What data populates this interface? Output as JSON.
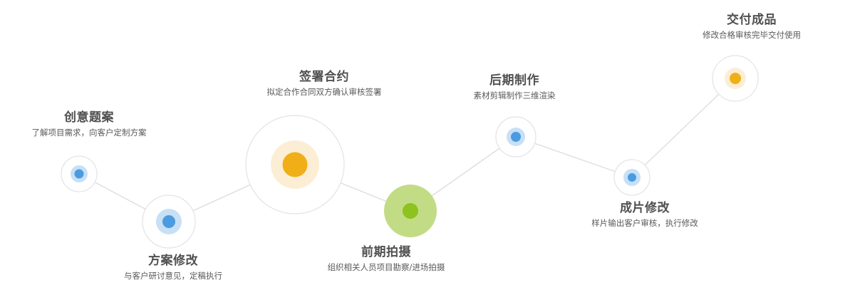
{
  "process": {
    "steps": [
      {
        "title": "创意题案",
        "desc": "了解项目需求，向客户定制方案",
        "color": "#4a9be0"
      },
      {
        "title": "方案修改",
        "desc": "与客户研讨意见，定稿执行",
        "color": "#4a9be0"
      },
      {
        "title": "签署合约",
        "desc": "拟定合作合同双方确认审核签署",
        "color": "#f1af17"
      },
      {
        "title": "前期拍摄",
        "desc": "组织相关人员项目勘察/进场拍摄",
        "color": "#8dc21f"
      },
      {
        "title": "后期制作",
        "desc": "素材剪辑制作三维渲染",
        "color": "#4a9be0"
      },
      {
        "title": "成片修改",
        "desc": "样片输出客户审核，执行修改",
        "color": "#4a9be0"
      },
      {
        "title": "交付成品",
        "desc": "修改合格审核完毕交付使用",
        "color": "#f1af17"
      }
    ]
  }
}
